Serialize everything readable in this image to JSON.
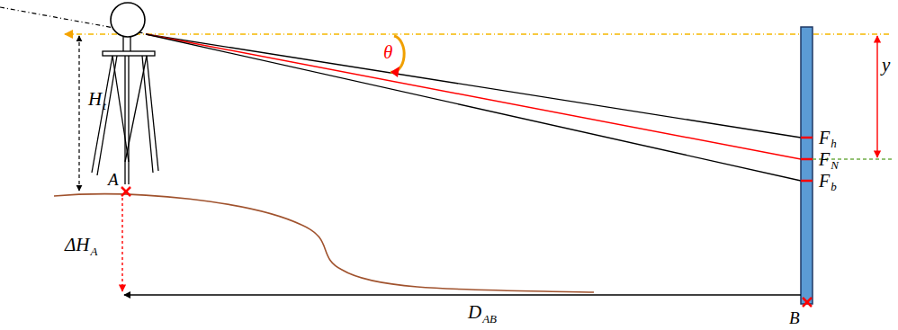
{
  "diagram": {
    "labels": [
      "θ",
      "y",
      "H",
      "t",
      "A",
      "F",
      "h",
      "F",
      "N",
      "F",
      "b",
      "ΔH",
      "A",
      "D",
      "AB",
      "B"
    ]
  }
}
